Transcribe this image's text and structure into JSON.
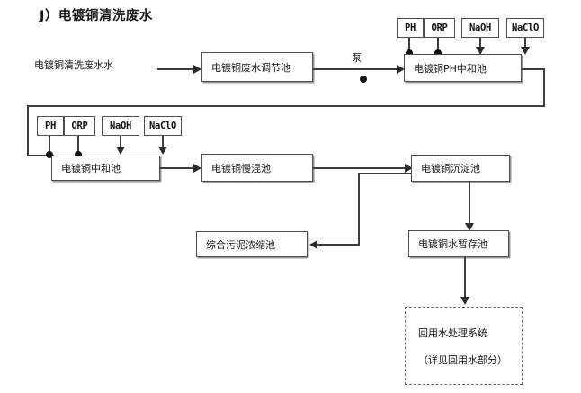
{
  "diagram": {
    "title": "J）电镀铜清洗废水",
    "type": "process-flow-diagram",
    "inlet_label": "电镀铜清洗废水水",
    "pump_label": "泵",
    "chemical_labels": {
      "ph": "PH",
      "orp": "ORP",
      "naoh": "NaOH",
      "naclo": "NaClO"
    },
    "nodes": [
      {
        "id": "regulating-tank",
        "label": "电镀铜废水调节池"
      },
      {
        "id": "ph-neutralization-tank",
        "label": "电镀铜PH中和池"
      },
      {
        "id": "neutralization-tank",
        "label": "电镀铜中和池"
      },
      {
        "id": "slow-mixing-tank",
        "label": "电镀铜慢混池"
      },
      {
        "id": "sedimentation-tank",
        "label": "电镀铜沉淀池"
      },
      {
        "id": "sludge-thickening-tank",
        "label": "综合污泥浓缩池"
      },
      {
        "id": "water-storage-tank",
        "label": "电镀铜水暂存池"
      },
      {
        "id": "reuse-water-system",
        "label": "回用水处理系统",
        "sublabel": "（详见回用水部分）"
      }
    ],
    "colors": {
      "line": "#3d3d3d",
      "box_border": "#4d4d4d",
      "text": "#1a1a1a",
      "background": "#ffffff"
    }
  }
}
